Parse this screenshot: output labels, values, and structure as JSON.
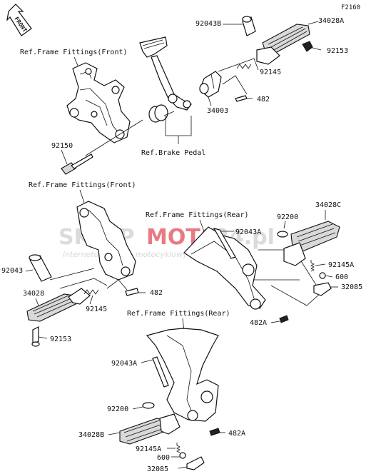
{
  "diagram_code": "F2160",
  "front_arrow_label": "FRONT",
  "watermark": {
    "brand_left": "SKLEP",
    "brand_right": "MOTO",
    "domain": "24.pl",
    "tagline": "internetowy sklep motocyklowy"
  },
  "ref_labels": {
    "frame_front_top": "Ref.Frame Fittings(Front)",
    "brake_pedal": "Ref.Brake Pedal",
    "frame_front_left": "Ref.Frame Fittings(Front)",
    "frame_rear_right": "Ref.Frame Fittings(Rear)",
    "frame_rear_bottom": "Ref.Frame Fittings(Rear)"
  },
  "part_numbers": {
    "p92043B": "92043B",
    "p34028A": "34028A",
    "p92153_top": "92153",
    "p92145_top": "92145",
    "p482_top": "482",
    "p34003": "34003",
    "p92150": "92150",
    "p92043_left": "92043",
    "p34028_left": "34028",
    "p92145_left": "92145",
    "p482_left": "482",
    "p92153_left": "92153",
    "p34028C": "34028C",
    "p92200_right": "92200",
    "p92043A_right": "92043A",
    "p92145A_right": "92145A",
    "p600_right": "600",
    "p32085_right": "32085",
    "p482A_right": "482A",
    "p92043A_bottom": "92043A",
    "p92200_bottom": "92200",
    "p34028B": "34028B",
    "p482A_bottom": "482A",
    "p92145A_bottom": "92145A",
    "p600_bottom": "600",
    "p32085_bottom": "32085"
  }
}
